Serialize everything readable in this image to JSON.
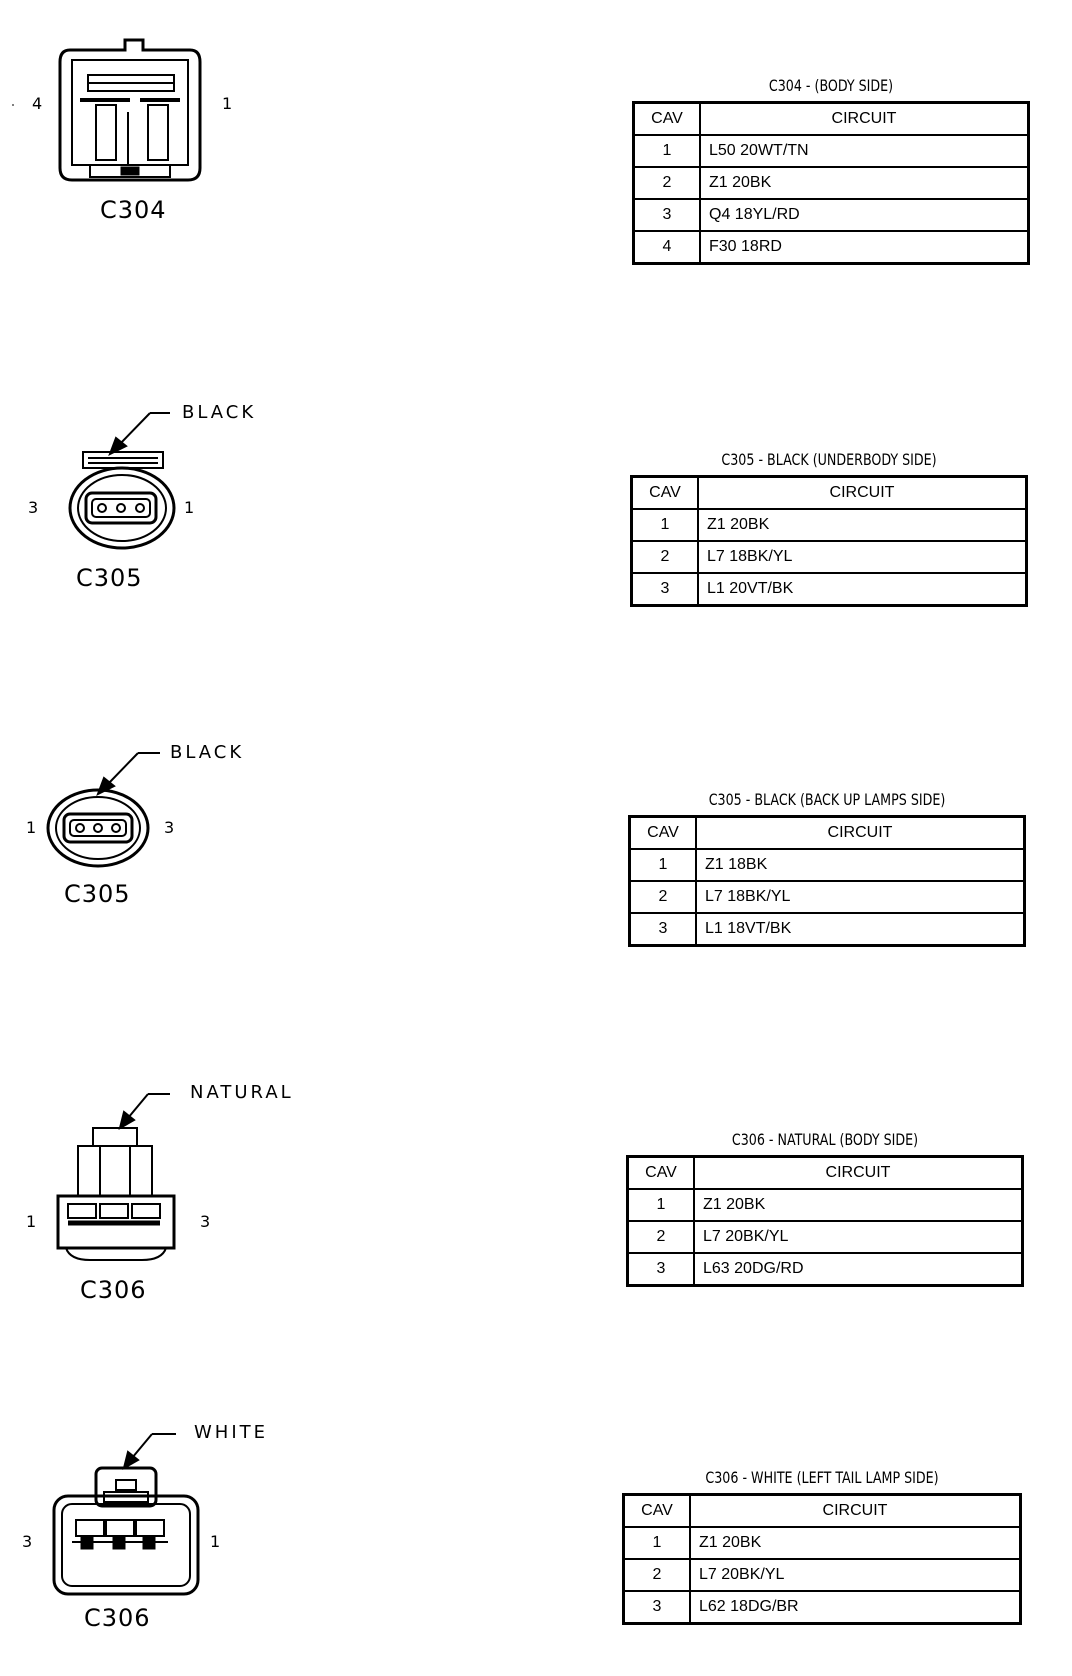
{
  "connectors": [
    {
      "id": "c304",
      "name": "C304",
      "color": "",
      "pin_left": "4",
      "pin_right": "1",
      "table": {
        "title": "C304 - (BODY SIDE)",
        "headers": [
          "CAV",
          "CIRCUIT"
        ],
        "rows": [
          {
            "cav": "1",
            "circuit": "L50 20WT/TN"
          },
          {
            "cav": "2",
            "circuit": "Z1 20BK"
          },
          {
            "cav": "3",
            "circuit": "Q4 18YL/RD"
          },
          {
            "cav": "4",
            "circuit": "F30 18RD"
          }
        ]
      }
    },
    {
      "id": "c305a",
      "name": "C305",
      "color": "BLACK",
      "pin_left": "3",
      "pin_right": "1",
      "table": {
        "title": "C305 - BLACK (UNDERBODY SIDE)",
        "headers": [
          "CAV",
          "CIRCUIT"
        ],
        "rows": [
          {
            "cav": "1",
            "circuit": "Z1 20BK"
          },
          {
            "cav": "2",
            "circuit": "L7 18BK/YL"
          },
          {
            "cav": "3",
            "circuit": "L1 20VT/BK"
          }
        ]
      }
    },
    {
      "id": "c305b",
      "name": "C305",
      "color": "BLACK",
      "pin_left": "1",
      "pin_right": "3",
      "table": {
        "title": "C305 - BLACK (BACK UP LAMPS SIDE)",
        "headers": [
          "CAV",
          "CIRCUIT"
        ],
        "rows": [
          {
            "cav": "1",
            "circuit": "Z1 18BK"
          },
          {
            "cav": "2",
            "circuit": "L7 18BK/YL"
          },
          {
            "cav": "3",
            "circuit": "L1 18VT/BK"
          }
        ]
      }
    },
    {
      "id": "c306a",
      "name": "C306",
      "color": "NATURAL",
      "pin_left": "1",
      "pin_right": "3",
      "table": {
        "title": "C306 - NATURAL (BODY SIDE)",
        "headers": [
          "CAV",
          "CIRCUIT"
        ],
        "rows": [
          {
            "cav": "1",
            "circuit": "Z1 20BK"
          },
          {
            "cav": "2",
            "circuit": "L7 20BK/YL"
          },
          {
            "cav": "3",
            "circuit": "L63 20DG/RD"
          }
        ]
      }
    },
    {
      "id": "c306b",
      "name": "C306",
      "color": "WHITE",
      "pin_left": "3",
      "pin_right": "1",
      "table": {
        "title": "C306 - WHITE (LEFT TAIL LAMP SIDE)",
        "headers": [
          "CAV",
          "CIRCUIT"
        ],
        "rows": [
          {
            "cav": "1",
            "circuit": "Z1 20BK"
          },
          {
            "cav": "2",
            "circuit": "L7 20BK/YL"
          },
          {
            "cav": "3",
            "circuit": "L62 18DG/BR"
          }
        ]
      }
    }
  ]
}
